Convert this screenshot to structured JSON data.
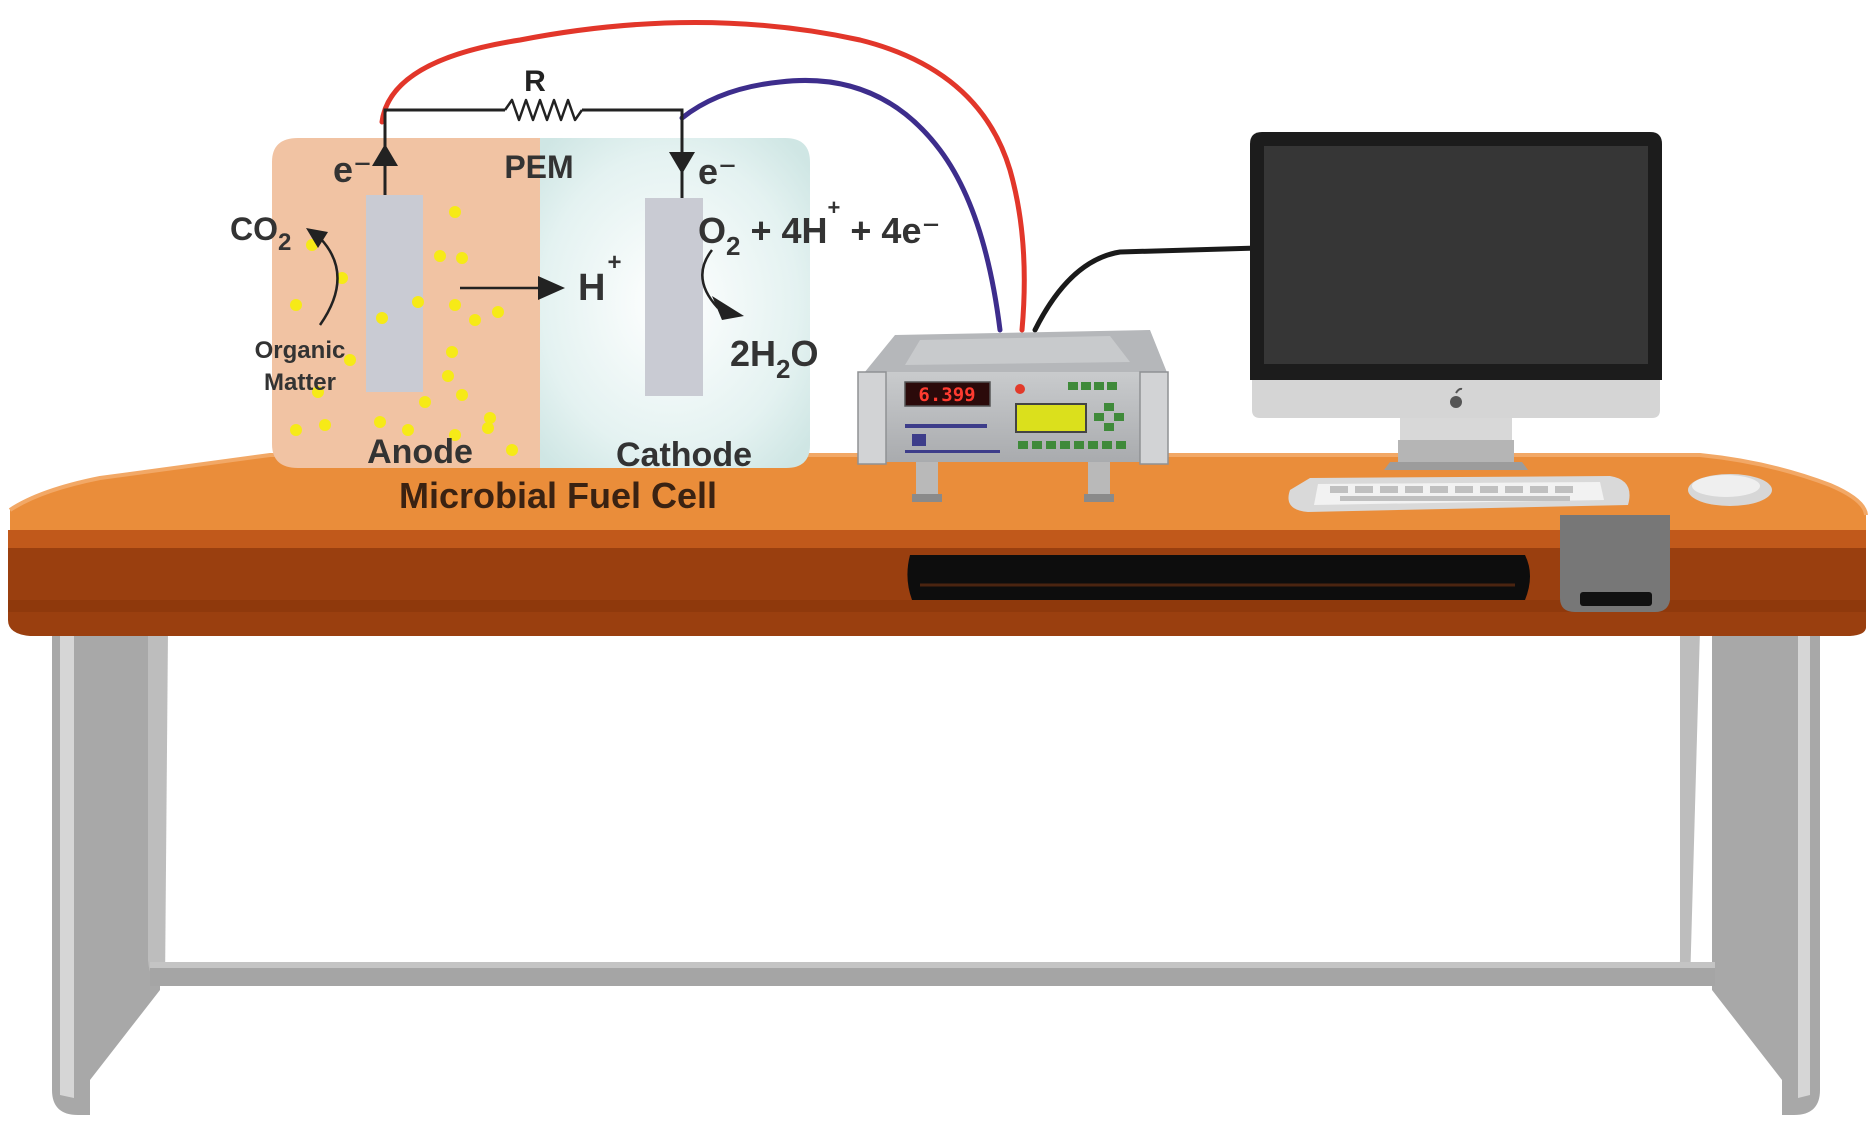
{
  "diagram": {
    "resistor_label": "R",
    "membrane_label": "PEM",
    "anode_electron": "e⁻",
    "cathode_electron": "e⁻",
    "co2_main": "CO",
    "co2_sub": "2",
    "organic_line1": "Organic",
    "organic_line2": "Matter",
    "proton_main": "H",
    "proton_sup": "+",
    "reaction_o": "O",
    "reaction_o_sub": "2",
    "reaction_mid": " + 4H",
    "reaction_h_sup": "+",
    "reaction_end": " + 4e⁻",
    "water_pre": "2H",
    "water_sub": "2",
    "water_post": "O",
    "anode_label": "Anode",
    "cathode_label": "Cathode",
    "cell_title": "Microbial Fuel Cell"
  },
  "meter": {
    "readout": "6.399"
  },
  "colors": {
    "anode_fill": "#f1c3a3",
    "cathode_fill": "#dceeed",
    "electrode": "#c9cbd3",
    "bacteria": "#f6ea17",
    "wire_red": "#e2362a",
    "wire_blue": "#3d2d8c",
    "wire_black": "#1a1a1a",
    "table_top": "#ea8d3a",
    "table_front": "#9a3f0f",
    "table_legs": "#a7a7a7",
    "monitor_screen": "#363636"
  },
  "icons": {
    "monitor_logo": "apple-logo-icon"
  }
}
